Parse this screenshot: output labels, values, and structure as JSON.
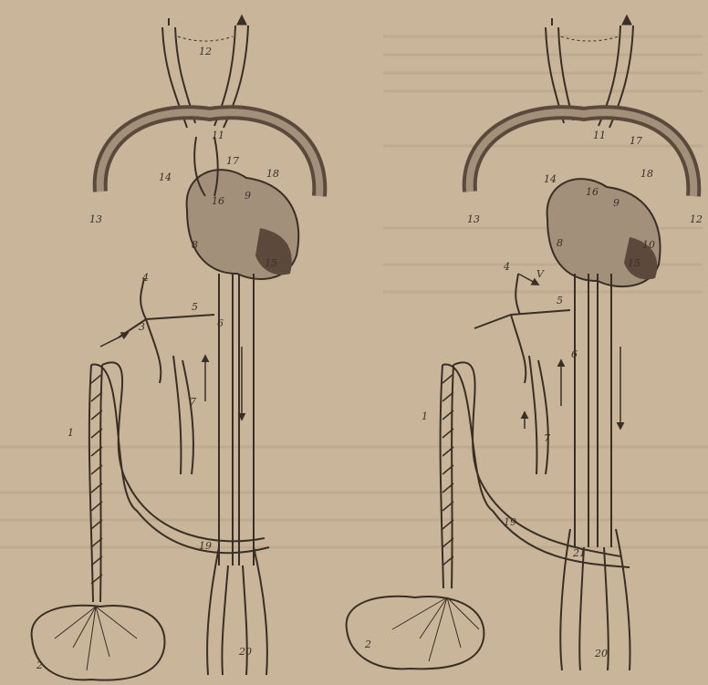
{
  "figure": {
    "palette": {
      "paper": "#c9b59a",
      "ink": "#3a2f25",
      "vessel_fill": "#a3907a",
      "vessel_dark": "#5b4a3b",
      "bleed_text": "#b6a186"
    },
    "left": {
      "labels": {
        "n1": "1",
        "n2": "2",
        "n3": "3",
        "n4": "4",
        "n5": "5",
        "n6": "6",
        "n7": "7",
        "n8": "8",
        "n9": "9",
        "n11": "11",
        "n12": "12",
        "n13": "13",
        "n14": "14",
        "n15": "15",
        "n16": "16",
        "n17": "17",
        "n18": "18",
        "n19": "19",
        "n20": "20"
      }
    },
    "right": {
      "labels": {
        "n1": "1",
        "n2": "2",
        "n4": "4",
        "n5": "5",
        "n6": "6",
        "n7": "7",
        "n8": "8",
        "n9": "9",
        "n10": "10",
        "n11": "11",
        "n12": "12",
        "n13": "13",
        "n14": "14",
        "n15": "15",
        "n16": "16",
        "n17": "17",
        "n18": "18",
        "n19": "19",
        "n20": "20",
        "n21": "21",
        "nV": "V"
      }
    }
  }
}
